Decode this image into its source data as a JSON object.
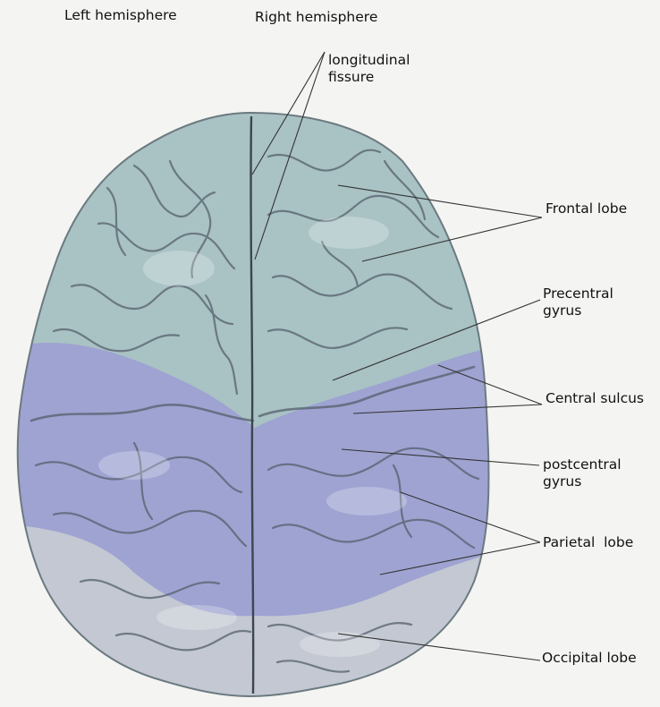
{
  "hemispheres": {
    "left": "Left hemisphere",
    "right": "Right hemisphere"
  },
  "labels": {
    "longitudinal_fissure": [
      "longitudinal",
      "fissure"
    ],
    "frontal_lobe": "Frontal lobe",
    "precentral_gyrus": [
      "Precentral",
      "gyrus"
    ],
    "central_sulcus": "Central sulcus",
    "postcentral_gyrus": [
      "postcentral",
      "gyrus"
    ],
    "parietal_lobe": "Parietal  lobe",
    "occipital_lobe": "Occipital lobe"
  },
  "colors": {
    "frontal": "#a9c2c4",
    "parietal": "#9ea3d2",
    "occipital": "#c3c8d2",
    "outline": "#6b7a80",
    "sulci": "#55606b",
    "leader": "#333333"
  }
}
